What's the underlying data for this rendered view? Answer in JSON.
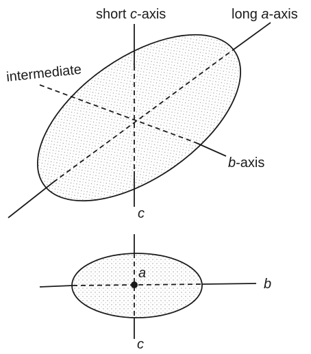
{
  "labels": {
    "short_c_axis_pre": "short ",
    "short_c_axis_var": "c",
    "short_c_axis_post": "-axis",
    "long_a_axis_pre": "long ",
    "long_a_axis_var": "a",
    "long_a_axis_post": "-axis",
    "intermediate": "intermediate",
    "b_axis_var": "b",
    "b_axis_post": "-axis",
    "c_top": "c",
    "a_point": "a",
    "b_lower": "b",
    "c_bottom": "c"
  }
}
